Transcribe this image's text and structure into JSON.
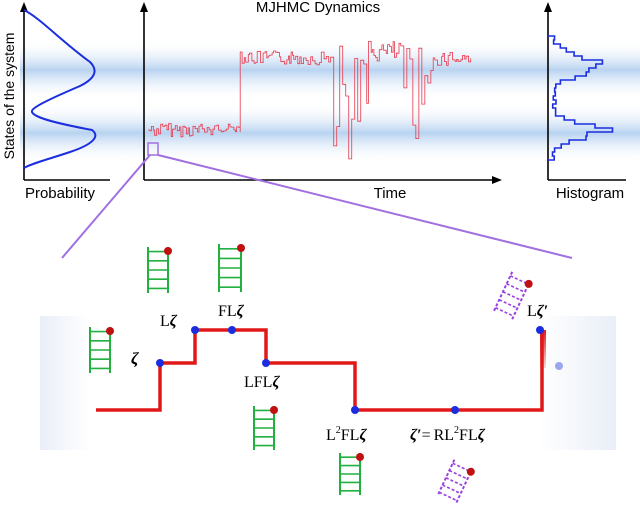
{
  "title": "MJHMC Dynamics",
  "axes": {
    "left_ylabel": "States of the system",
    "left_xlabel": "Probability",
    "main_xlabel": "Time",
    "right_xlabel": "Histogram"
  },
  "state_labels": {
    "z": "ζ",
    "L": "L",
    "F": "F",
    "R": "R",
    "prime": "′",
    "sq": "2",
    "eq": "=",
    "s1": "L",
    "s2": "FL",
    "s3": "LFL",
    "s4": "L",
    "s4b": "FL",
    "s5": "RL",
    "s5b": "FL",
    "s6": "L"
  },
  "colors": {
    "density": "#1a2ee0",
    "band": "#b8d3f0",
    "trace": "#e8384a",
    "path": "#e01818",
    "node": "#1a2ee0",
    "ladder": "#22b040",
    "ladder_dashed": "#9a40e0",
    "ladder_dot": "#c01010",
    "zoom": "#a070e0"
  }
}
